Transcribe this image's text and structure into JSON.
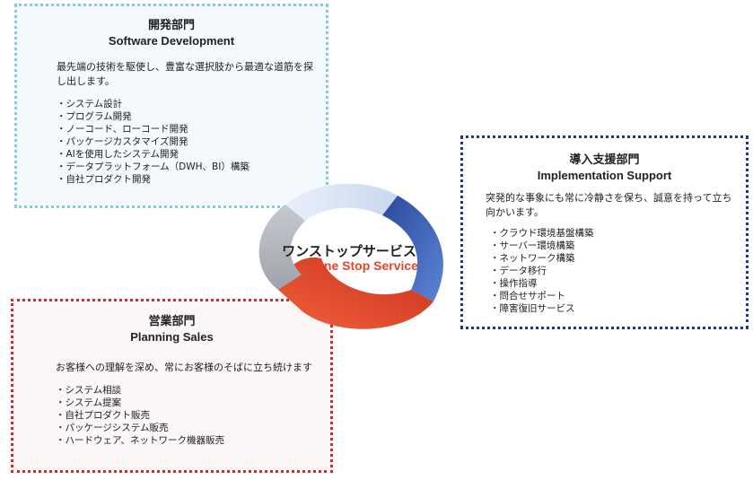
{
  "center": {
    "title_ja": "ワンストップサービス",
    "title_en": "One Stop Service"
  },
  "software": {
    "title_ja": "開発部門",
    "title_en": "Software Development",
    "desc": "最先端の技術を駆使し、豊富な選択肢から最適な道筋を探し出します。",
    "items": [
      "システム設計",
      "プログラム開発",
      "ノーコード、ローコード開発",
      "パッケージカスタマイズ開発",
      "AIを使用したシステム開発",
      "データプラットフォーム（DWH、BI）構築",
      "自社プロダクト開発"
    ],
    "border_color": "#8ac8dc"
  },
  "implementation": {
    "title_ja": "導入支援部門",
    "title_en": "Implementation Support",
    "desc": "突発的な事象にも常に冷静さを保ち、誠意を持って立ち向かいます。",
    "items": [
      "クラウド環境基盤構築",
      "サーバー環境構築",
      "ネットワーク構築",
      "データ移行",
      "操作指導",
      "問合せサポート",
      "障害復旧サービス"
    ],
    "border_color": "#1f3590"
  },
  "sales": {
    "title_ja": "営業部門",
    "title_en": "Planning Sales",
    "desc": "お客様への理解を深め、常にお客様のそばに立ち続けます",
    "items": [
      "システム相談",
      "システム提案",
      "自社プロダクト販売",
      "パッケージシステム販売",
      "ハードウェア、ネットワーク機器販売"
    ],
    "border_color": "#c43030"
  },
  "cycle_colors": {
    "light_blue": "#d5e3f4",
    "blue": "#3e63b4",
    "red": "#e04a2e",
    "gray": "#a8adb5"
  }
}
